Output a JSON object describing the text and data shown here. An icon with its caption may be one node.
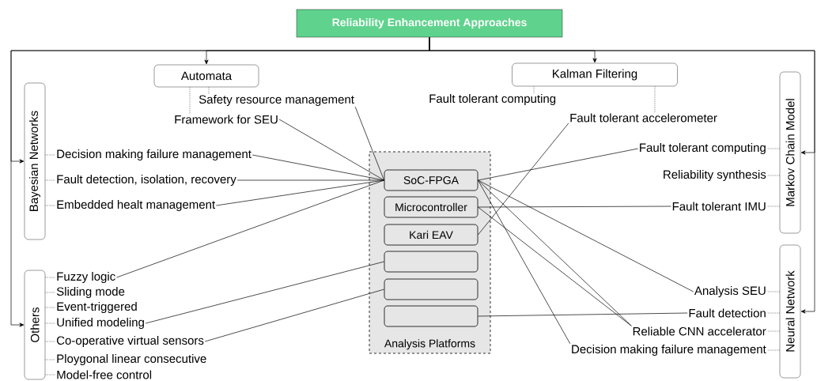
{
  "diagram": {
    "nodes": [
      {
        "text": [
          "Reliability Enhancement Approaches"
        ]
      },
      {
        "text": [
          "Automata"
        ]
      },
      {
        "text": [
          "Kalman Filtering"
        ]
      },
      {
        "text": [
          "Bayesian Networks"
        ]
      },
      {
        "text": [
          "Markov Chain Model"
        ]
      },
      {
        "text": [
          "Others"
        ]
      },
      {
        "text": [
          "Neural Network"
        ]
      },
      {
        "text": [
          "Analysis Platforms"
        ]
      },
      {
        "text": [
          "SoC-FPGA"
        ],
        "in": 7
      },
      {
        "text": [
          "Microcontroller"
        ],
        "in": 7
      },
      {
        "text": [
          "Kari EAV"
        ],
        "in": 7
      },
      {
        "text": [],
        "shape": "box",
        "in": 7
      },
      {
        "text": [],
        "shape": "box",
        "in": 7
      },
      {
        "text": [],
        "shape": "box",
        "in": 7
      },
      {
        "text": [
          "Safety resource management"
        ]
      },
      {
        "text": [
          "Framework for SEU"
        ]
      },
      {
        "text": [
          "Fault tolerant computing"
        ]
      },
      {
        "text": [
          "Fault tolerant accelerometer"
        ]
      },
      {
        "text": [
          "Decision making failure management"
        ]
      },
      {
        "text": [
          "Fault detection, isolation, recovery"
        ]
      },
      {
        "text": [
          "Embedded healt management"
        ]
      },
      {
        "text": [
          "Fault tolerant computing"
        ]
      },
      {
        "text": [
          "Reliability synthesis"
        ]
      },
      {
        "text": [
          "Fault tolerant IMU"
        ]
      },
      {
        "text": [
          "Fuzzy logic"
        ]
      },
      {
        "text": [
          "Sliding mode"
        ]
      },
      {
        "text": [
          "Event-triggered"
        ]
      },
      {
        "text": [
          "Unified modeling"
        ]
      },
      {
        "text": [
          "Co-operative virtual sensors"
        ]
      },
      {
        "text": [
          "Ploygonal linear consecutive"
        ]
      },
      {
        "text": [
          "Model-free control"
        ]
      },
      {
        "text": [
          "Analysis SEU"
        ]
      },
      {
        "text": [
          "Fault detection"
        ]
      },
      {
        "text": [
          "Reliable CNN accelerator"
        ]
      },
      {
        "text": [
          "Decision making failure management"
        ]
      }
    ],
    "edges": [
      {
        "from": 0,
        "to": 1,
        "arrow": "to"
      },
      {
        "from": 0,
        "to": 2,
        "arrow": "to"
      },
      {
        "from": 0,
        "to": 3,
        "arrow": "to"
      },
      {
        "from": 0,
        "to": 4,
        "arrow": "to"
      },
      {
        "from": 0,
        "to": 5,
        "arrow": "to"
      },
      {
        "from": 0,
        "to": 6,
        "arrow": "to"
      },
      {
        "from": 1,
        "to": 14,
        "arrow": "none",
        "style": "dashed"
      },
      {
        "from": 1,
        "to": 15,
        "arrow": "none",
        "style": "dashed"
      },
      {
        "from": 2,
        "to": 16,
        "arrow": "none",
        "style": "dashed"
      },
      {
        "from": 2,
        "to": 17,
        "arrow": "none",
        "style": "dashed"
      },
      {
        "from": 3,
        "to": 18,
        "arrow": "none",
        "style": "dashed"
      },
      {
        "from": 3,
        "to": 19,
        "arrow": "none",
        "style": "dashed"
      },
      {
        "from": 3,
        "to": 20,
        "arrow": "none",
        "style": "dashed"
      },
      {
        "from": 4,
        "to": 21,
        "arrow": "none",
        "style": "dashed"
      },
      {
        "from": 4,
        "to": 22,
        "arrow": "none",
        "style": "dashed"
      },
      {
        "from": 4,
        "to": 23,
        "arrow": "none",
        "style": "dashed"
      },
      {
        "from": 5,
        "to": 24,
        "arrow": "none",
        "style": "dashed"
      },
      {
        "from": 5,
        "to": 25,
        "arrow": "none",
        "style": "dashed"
      },
      {
        "from": 5,
        "to": 26,
        "arrow": "none",
        "style": "dashed"
      },
      {
        "from": 5,
        "to": 27,
        "arrow": "none",
        "style": "dashed"
      },
      {
        "from": 5,
        "to": 28,
        "arrow": "none",
        "style": "dashed"
      },
      {
        "from": 5,
        "to": 29,
        "arrow": "none",
        "style": "dashed"
      },
      {
        "from": 5,
        "to": 30,
        "arrow": "none",
        "style": "dashed"
      },
      {
        "from": 6,
        "to": 31,
        "arrow": "none",
        "style": "dashed"
      },
      {
        "from": 6,
        "to": 32,
        "arrow": "none",
        "style": "dashed"
      },
      {
        "from": 6,
        "to": 33,
        "arrow": "none",
        "style": "dashed"
      },
      {
        "from": 6,
        "to": 34,
        "arrow": "none",
        "style": "dashed"
      },
      {
        "from": 15,
        "to": 8,
        "arrow": "none"
      },
      {
        "from": 14,
        "to": 8,
        "arrow": "none"
      },
      {
        "from": 18,
        "to": 8,
        "arrow": "none"
      },
      {
        "from": 19,
        "to": 8,
        "arrow": "none"
      },
      {
        "from": 20,
        "to": 8,
        "arrow": "none"
      },
      {
        "from": 24,
        "to": 8,
        "arrow": "none"
      },
      {
        "from": 17,
        "to": 10,
        "arrow": "none"
      },
      {
        "from": 21,
        "to": 8,
        "arrow": "none"
      },
      {
        "from": 23,
        "to": 9,
        "arrow": "none"
      },
      {
        "from": 31,
        "to": 8,
        "arrow": "none"
      },
      {
        "from": 32,
        "to": 13,
        "arrow": "none"
      },
      {
        "from": 33,
        "to": 8,
        "arrow": "none"
      },
      {
        "from": 33,
        "to": 9,
        "arrow": "none"
      },
      {
        "from": 34,
        "to": 8,
        "arrow": "none"
      },
      {
        "from": 27,
        "to": 11,
        "arrow": "none"
      },
      {
        "from": 28,
        "to": 12,
        "arrow": "none"
      }
    ]
  }
}
